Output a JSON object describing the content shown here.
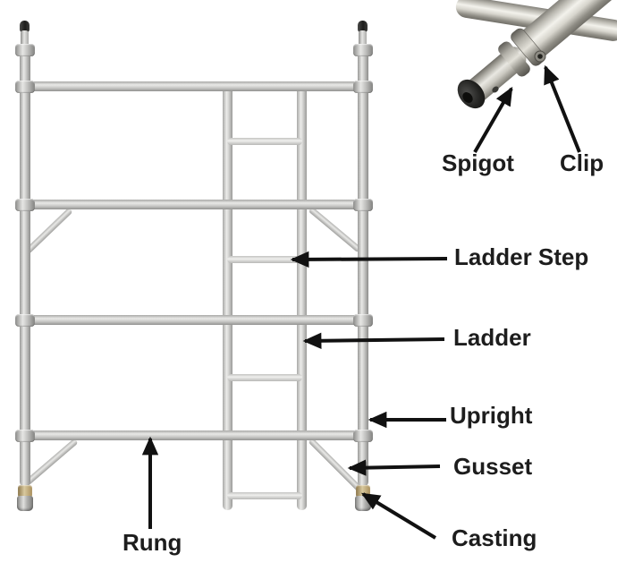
{
  "figure": {
    "type": "labeled-diagram",
    "subject": "Aluminium scaffold tower ladder frame with labelled parts",
    "labels": {
      "spigot": "Spigot",
      "clip": "Clip",
      "ladder_step": "Ladder Step",
      "ladder": "Ladder",
      "upright": "Upright",
      "gusset": "Gusset",
      "casting": "Casting",
      "rung": "Rung"
    },
    "colors": {
      "background": "#ffffff",
      "label_text": "#1d1d1d",
      "arrow": "#111111",
      "tube_metal": "#c9c9c7",
      "casting_brass": "#b49a6e",
      "end_cap_black": "#1d1d1b"
    }
  }
}
